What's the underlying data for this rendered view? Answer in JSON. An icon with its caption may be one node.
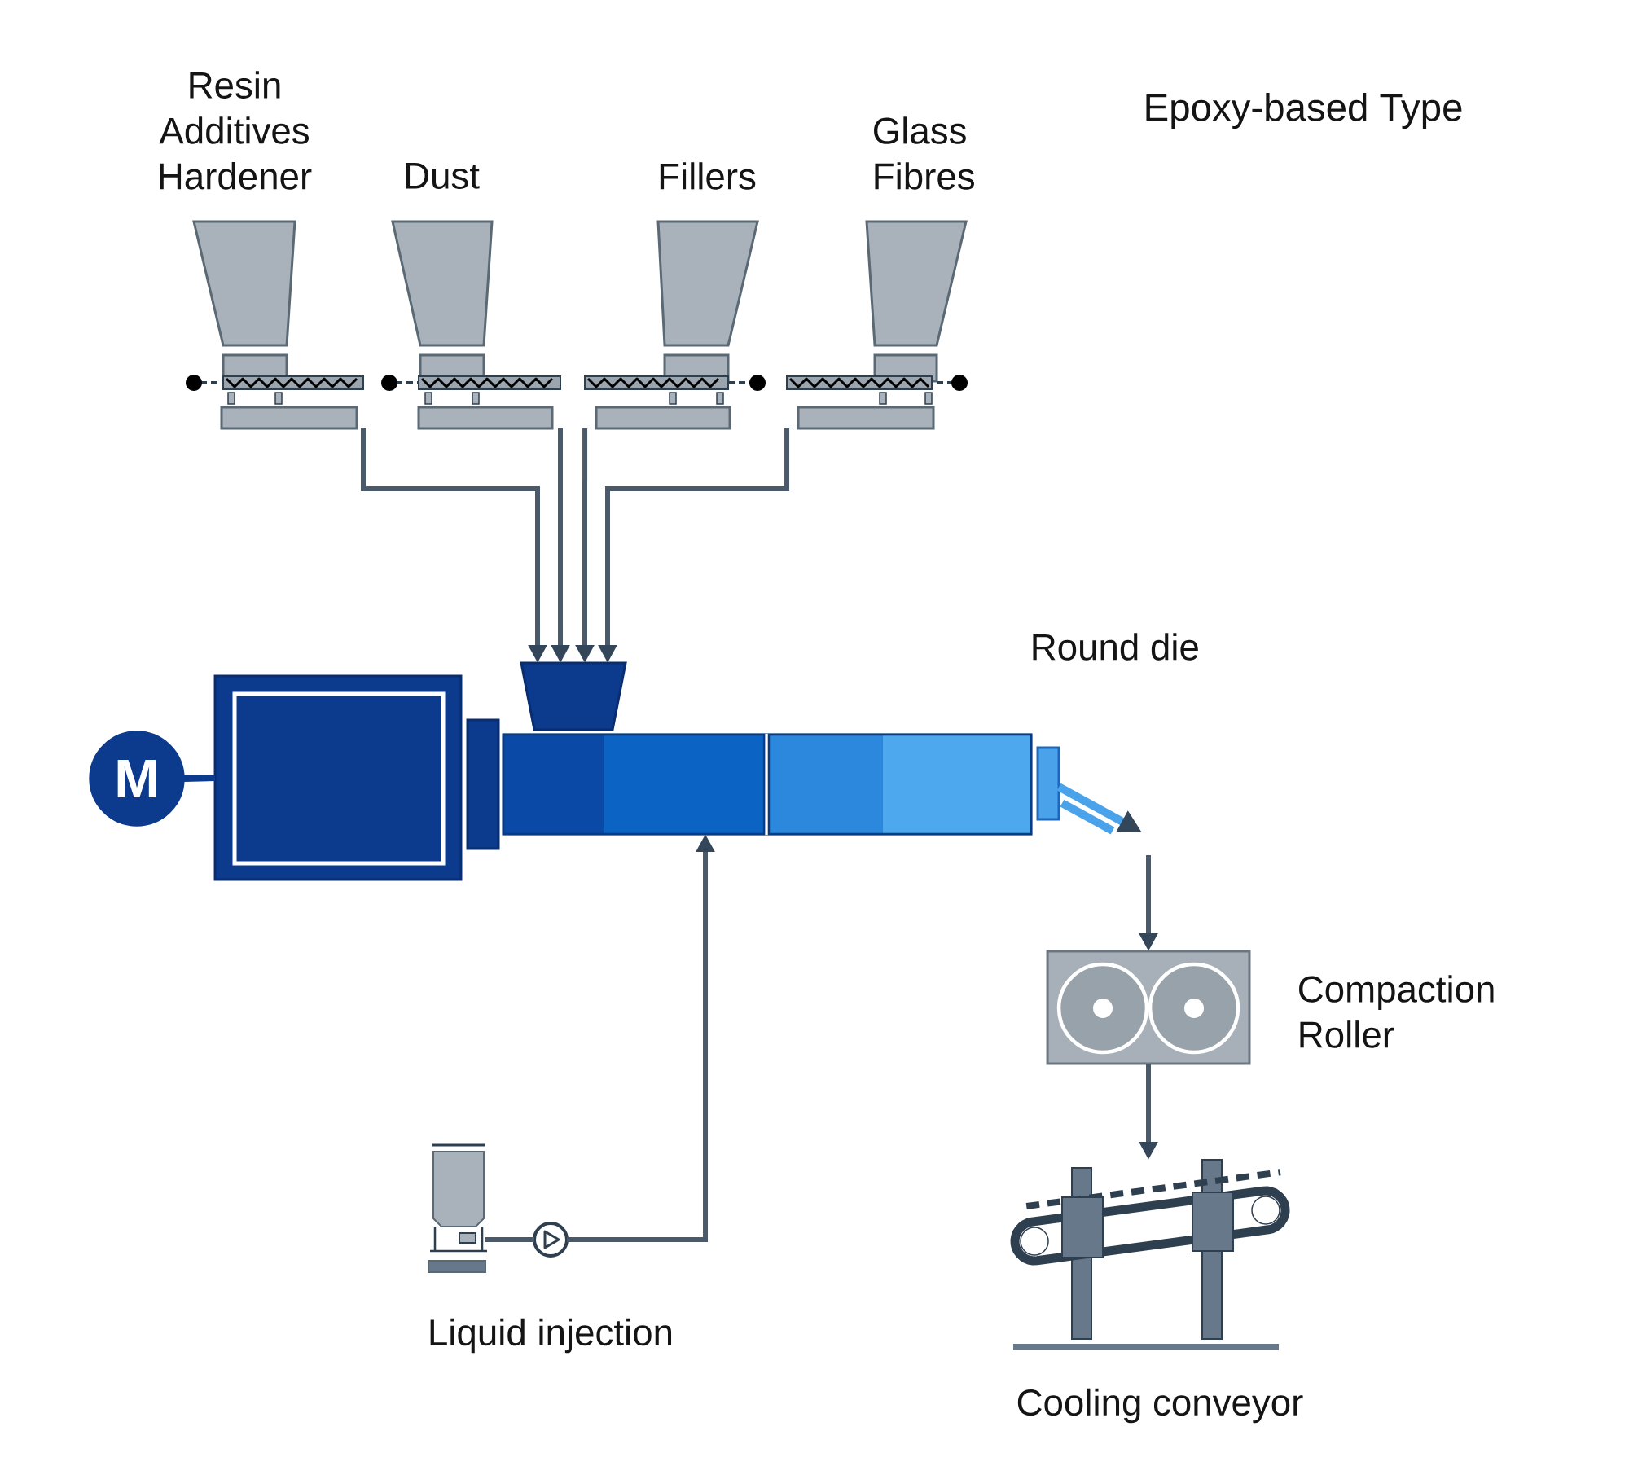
{
  "diagram": {
    "title": "Epoxy-based Type",
    "nodes": [
      {
        "text": [
          "Resin Additives Hardener"
        ]
      },
      {
        "text": [
          "Dust"
        ]
      },
      {
        "text": [
          "Fillers"
        ]
      },
      {
        "text": [
          "Glass Fibres"
        ]
      },
      {
        "text": [
          "M"
        ]
      },
      {
        "text": [],
        "shape": "box"
      },
      {
        "text": [],
        "shape": "trapezoid"
      },
      {
        "text": [],
        "shape": "box"
      },
      {
        "text": [
          "Round die"
        ]
      },
      {
        "text": [
          "Compaction Roller"
        ]
      },
      {
        "text": [
          "Liquid injection"
        ]
      },
      {
        "text": [],
        "shape": "circle"
      },
      {
        "text": [
          "Cooling conveyor"
        ]
      }
    ],
    "edges": [
      {
        "from": 0,
        "to": 6,
        "arrow": "to"
      },
      {
        "from": 1,
        "to": 6,
        "arrow": "to"
      },
      {
        "from": 2,
        "to": 6,
        "arrow": "to"
      },
      {
        "from": 3,
        "to": 6,
        "arrow": "to"
      },
      {
        "from": 4,
        "to": 5,
        "arrow": "none",
        "color": "#0c3a8c"
      },
      {
        "from": 8,
        "to": null,
        "arrow": "to",
        "color": "#4aa3ea"
      },
      {
        "from": null,
        "to": 9,
        "arrow": "to"
      },
      {
        "from": 9,
        "to": 12,
        "arrow": "to"
      },
      {
        "from": 10,
        "to": 11,
        "arrow": "none"
      },
      {
        "from": 11,
        "to": 7,
        "arrow": "to"
      }
    ]
  }
}
